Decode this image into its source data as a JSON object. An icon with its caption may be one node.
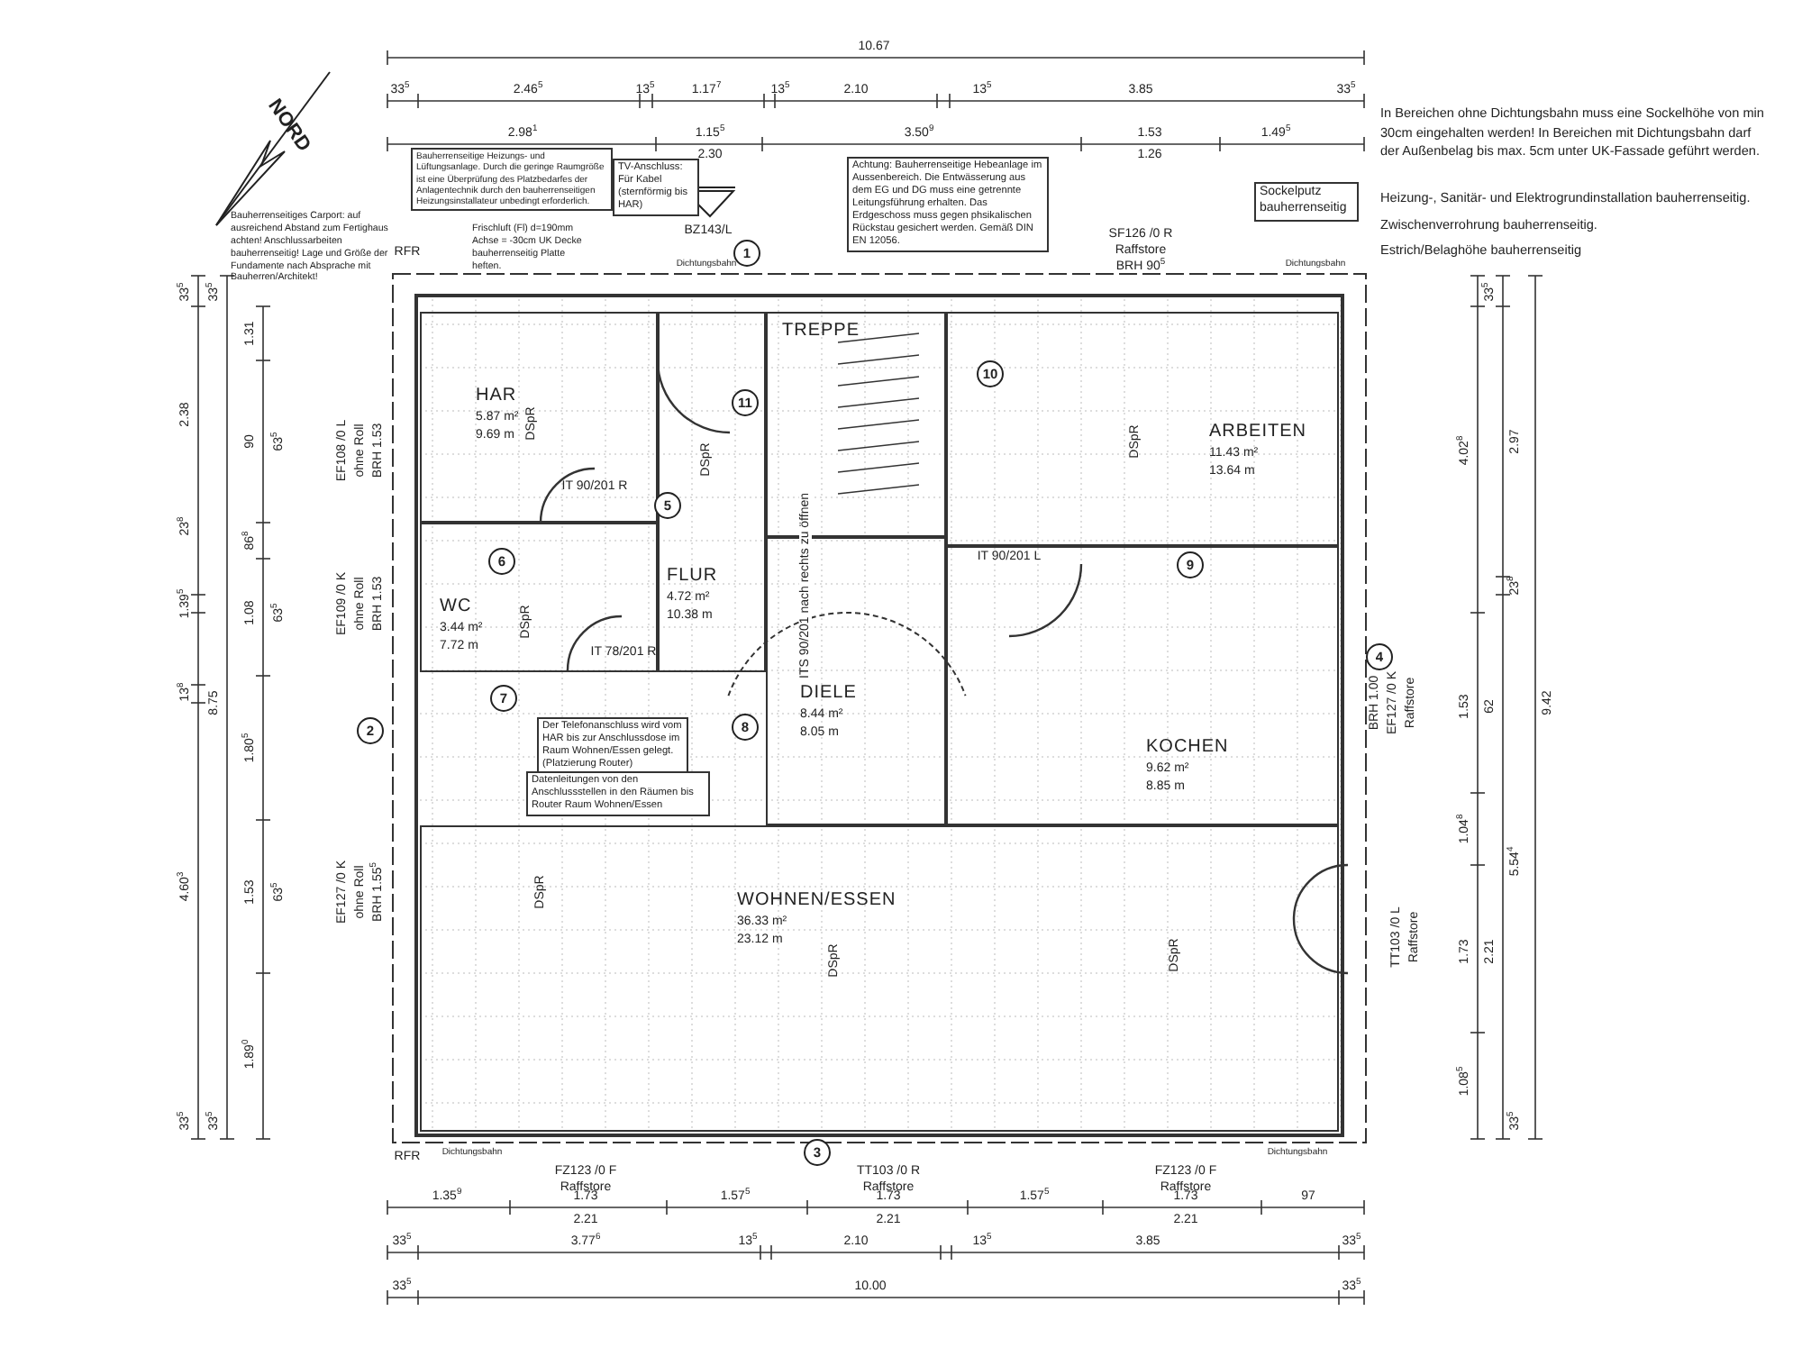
{
  "diagram": {
    "nodes": [
      {
        "text": [
          "HAR",
          "5.87 m²",
          "9.69 m"
        ]
      },
      {
        "text": [
          "WC",
          "3.44 m²",
          "7.72 m"
        ]
      },
      {
        "text": [
          "FLUR",
          "4.72 m²",
          "10.38 m"
        ]
      },
      {
        "text": [
          "TREPPE"
        ]
      },
      {
        "text": [
          "ARBEITEN",
          "11.43 m²",
          "13.64 m"
        ]
      },
      {
        "text": [
          "DIELE",
          "8.44 m²",
          "8.05 m"
        ]
      },
      {
        "text": [
          "KOCHEN",
          "9.62 m²",
          "8.85 m"
        ]
      },
      {
        "text": [
          "WOHNEN/ESSEN",
          "36.33 m²",
          "23.12 m"
        ]
      },
      {
        "text": [
          "Bauherrenseitige Heizungs- und Lüftungsanlage. Durch die geringe Raumgröße ist eine Überprüfung des Platzbedarfes der Anlagentechnik durch den bauherrenseitigen Heizungsinstallateur unbedingt erforderlich."
        ]
      },
      {
        "text": [
          "TV-Anschluss: Für Kabel (sternförmig bis HAR)"
        ]
      },
      {
        "text": [
          "Achtung: Bauherrenseitige Hebeanlage im Aussenbereich. Die Entwässerung aus dem EG und DG muss eine getrennte Leitungsführung erhalten. Das Erdgeschoss muss gegen phsikalischen Rückstau gesichert werden. Gemäß DIN EN 12056."
        ]
      },
      {
        "text": [
          "Sockelputz bauherrenseitig"
        ]
      },
      {
        "text": [
          "Der Telefonanschluss wird vom HAR bis zur Anschlussdose im Raum Wohnen/Essen gelegt. (Platzierung Router)"
        ]
      },
      {
        "text": [
          "Datenleitungen von den Anschlussstellen in den Räumen bis Router Raum Wohnen/Essen"
        ]
      }
    ],
    "labels": [
      "10.67",
      "33$^{5}$",
      "2.46$^{5}$",
      "13$^{5}$",
      "1.17$^{7}$",
      "13$^{5}$",
      "2.10",
      "13$^{5}$",
      "3.85",
      "33$^{5}$",
      "2.98$^{1}$",
      "1.15$^{5}$",
      "2.30",
      "3.50$^{9}$",
      "1.53",
      "1.26",
      "1.49$^{5}$",
      "In Bereichen ohne Dichtungsbahn muss eine Sockelhöhe von min 30cm eingehalten werden! In Bereichen mit Dichtungsbahn darf der Außenbelag bis max. 5cm unter UK-Fassade geführt werden.",
      "Heizung-, Sanitär- und Elektrogrundinstallation bauherrenseitig.",
      "Zwischenverrohrung bauherrenseitig.",
      "Estrich/Belaghöhe bauherrenseitig",
      "NORD",
      "Bauherrenseitiges Carport: auf ausreichend Abstand zum Fertighaus achten! Anschlussarbeiten bauherrenseitig! Lage und Größe der Fundamente nach Absprache mit Bauherren/Architekt!",
      "Frischluft (Fl) d=190mm Achse = -30cm UK Decke bauherrenseitig Platte heften.",
      "BZ143/L",
      "RFR",
      "Dichtungsbahn",
      "SF126 /0 R",
      "Raffstore",
      "BRH 90$^{5}$",
      "Dichtungsbahn",
      "1",
      "11",
      "10",
      "EF108 /0 L",
      "ohne Roll",
      "BRH 1.53",
      "5",
      "IT 90/201 R",
      "6",
      "EF109 /0 K",
      "ohne Roll",
      "BRH 1.53",
      "IT 90/201 L",
      "9",
      "ITS 90/201 nach rechts zu öffnen",
      "IT 78/201 R",
      "4",
      "BRH 1.00",
      "EF127 /0 K",
      "Raffstore",
      "7",
      "2",
      "8",
      "EF127 /0 K",
      "ohne Roll",
      "BRH 1.55$^{5}$",
      "TT103 /0 L",
      "Raffstore",
      "RFR",
      "Dichtungsbahn",
      "3",
      "Dichtungsbahn",
      "FZ123 /0 F",
      "Raffstore",
      "TT103 /0 R",
      "Raffstore",
      "FZ123 /0 F",
      "Raffstore",
      "1.35$^{9}$",
      "1.73",
      "1.57$^{5}$",
      "1.73",
      "1.57$^{5}$",
      "1.73",
      "97",
      "2.21",
      "2.21",
      "2.21",
      "33$^{5}$",
      "3.77$^{6}$",
      "13$^{5}$",
      "2.10",
      "13$^{5}$",
      "3.85",
      "33$^{5}$",
      "33$^{5}$",
      "10.00",
      "33$^{5}$",
      "33$^{5}$",
      "2.38",
      "23$^{8}$",
      "1.39$^{5}$",
      "13$^{8}$",
      "4.60$^{3}$",
      "33$^{5}$",
      "33$^{5}$",
      "1.31",
      "8.75",
      "33$^{5}$",
      "90",
      "63$^{5}$",
      "86$^{8}$",
      "1.08",
      "63$^{5}$",
      "1.80$^{5}$",
      "1.53",
      "63$^{5}$",
      "1.89$^{0}$",
      "33$^{5}$",
      "4.02$^{8}$",
      "2.97",
      "23$^{8}$",
      "1.53",
      "62",
      "9.42",
      "1.04$^{8}$",
      "5.54$^{4}$",
      "1.73",
      "2.21",
      "1.08$^{5}$",
      "33$^{5}$",
      "DSpR",
      "DSpR",
      "DSpR",
      "DSpR",
      "DSpR",
      "DSpR",
      "DSpR"
    ]
  }
}
